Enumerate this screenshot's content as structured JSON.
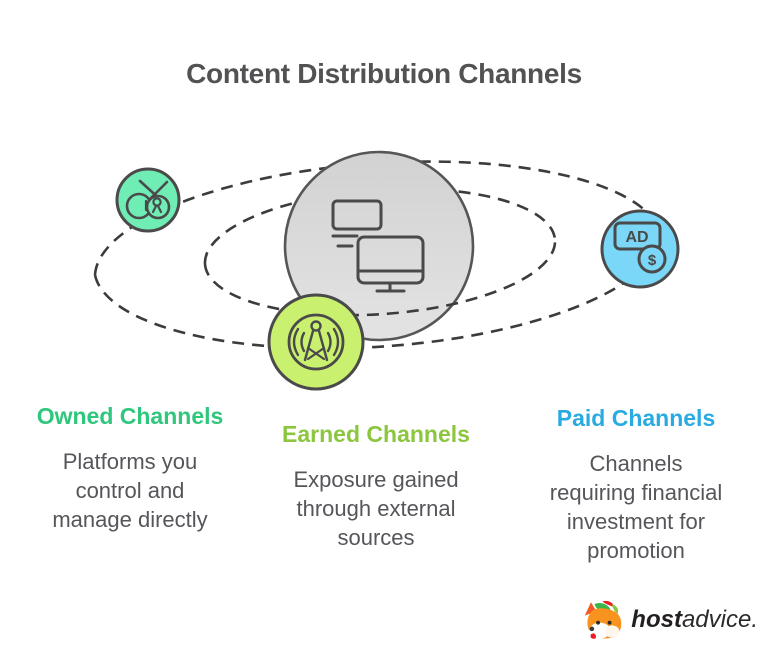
{
  "title": "Content Distribution Channels",
  "sections": [
    {
      "heading": "Owned Channels",
      "body": "Platforms you\ncontrol and\nmanage directly",
      "color": "#2FC77C"
    },
    {
      "heading": "Earned Channels",
      "body": "Exposure gained\nthrough external\nsources",
      "color": "#8CC63F"
    },
    {
      "heading": "Paid Channels",
      "body": "Channels\nrequiring financial\ninvestment for\npromotion",
      "color": "#29ABE2"
    }
  ],
  "diagram": {
    "hub_icon": "dual-monitors",
    "orbit_count": 2,
    "satellites": [
      {
        "name": "owned",
        "icon": "tv-antenna-icon",
        "fill": "#70EDB5"
      },
      {
        "name": "earned",
        "icon": "broadcast-tower-icon",
        "fill": "#C9F06E"
      },
      {
        "name": "paid",
        "icon": "ad-money-icon",
        "fill": "#7AD7F7"
      }
    ],
    "ad_label": "AD",
    "currency_symbol": "$"
  },
  "logo": {
    "brand_bold": "host",
    "brand_light": "advice."
  },
  "colors": {
    "title_text": "#515254",
    "body_text": "#55565A",
    "hub_fill_top": "#D2D2D2",
    "hub_fill_bottom": "#E2E2E2",
    "outline": "#4B4B4B",
    "dash": "#3C3C3C"
  }
}
